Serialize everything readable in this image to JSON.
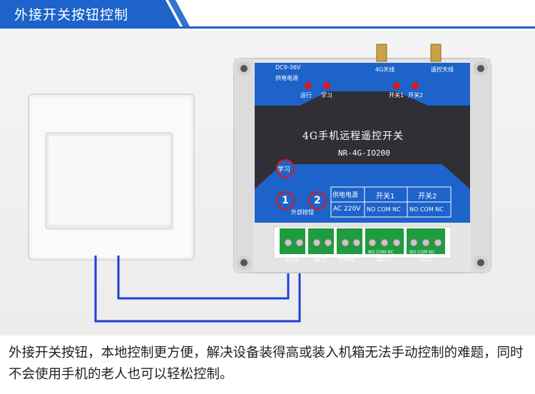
{
  "header": {
    "title": "外接开关按钮控制"
  },
  "device": {
    "power_spec": "DC9-36V",
    "power_label": "供电电源",
    "antenna_4g": "4G天线",
    "antenna_remote": "遥控天线",
    "leds": [
      "运行",
      "学习",
      "开关1",
      "开关2"
    ],
    "product_name": "4G手机远程遥控开关",
    "model": "NR-4G-IO200",
    "learn_badge": "学习",
    "ext_btn_1": "1",
    "ext_btn_2": "2",
    "ext_btn_label": "外部按钮",
    "table": {
      "headers": [
        "供电电源",
        "开关1",
        "开关2"
      ],
      "values": [
        "AC 220V",
        "NO COM NC",
        "NO COM NC"
      ]
    },
    "terminals": [
      "KEY1",
      "KEY2",
      "Power",
      "OUT1",
      "OUT2"
    ],
    "terminal_sub": [
      "NO COM NC",
      "NO COM NC"
    ]
  },
  "caption": "外接开关按钮，本地控制更方便，解决设备装得高或装入机箱无法手动控制的难题，同时不会使用手机的老人也可以轻松控制。",
  "colors": {
    "accent": "#1d63c9",
    "device_dark": "#2f2f35",
    "wire": "#1f3fd6",
    "terminal_green": "#1f9c3f"
  }
}
